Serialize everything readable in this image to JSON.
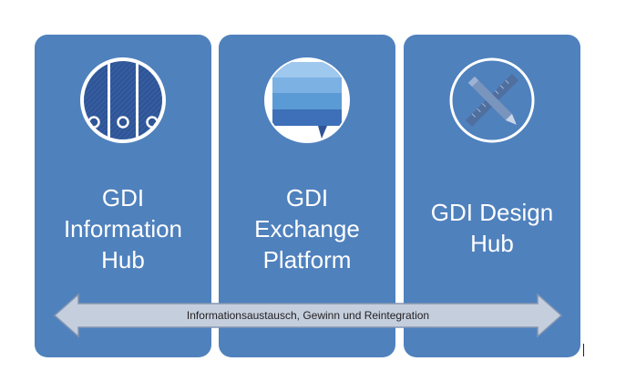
{
  "colors": {
    "panel": "#4f81bd",
    "icon_dark": "#2f5597",
    "icon_blue": "#5b9bd5",
    "icon_light": "#7cb1e3",
    "arrow_fill": "#c5cedd",
    "arrow_stroke": "#8496b0",
    "background": "#ffffff"
  },
  "panels": [
    {
      "icon": "binders-icon",
      "title": "GDI\nInformation\nHub"
    },
    {
      "icon": "chat-stack-icon",
      "title": "GDI\nExchange\nPlatform"
    },
    {
      "icon": "pencil-ruler-icon",
      "title": "GDI Design\nHub"
    }
  ],
  "arrow": {
    "label": "Informationsaustausch, Gewinn und Reintegration",
    "direction": "bidirectional"
  }
}
